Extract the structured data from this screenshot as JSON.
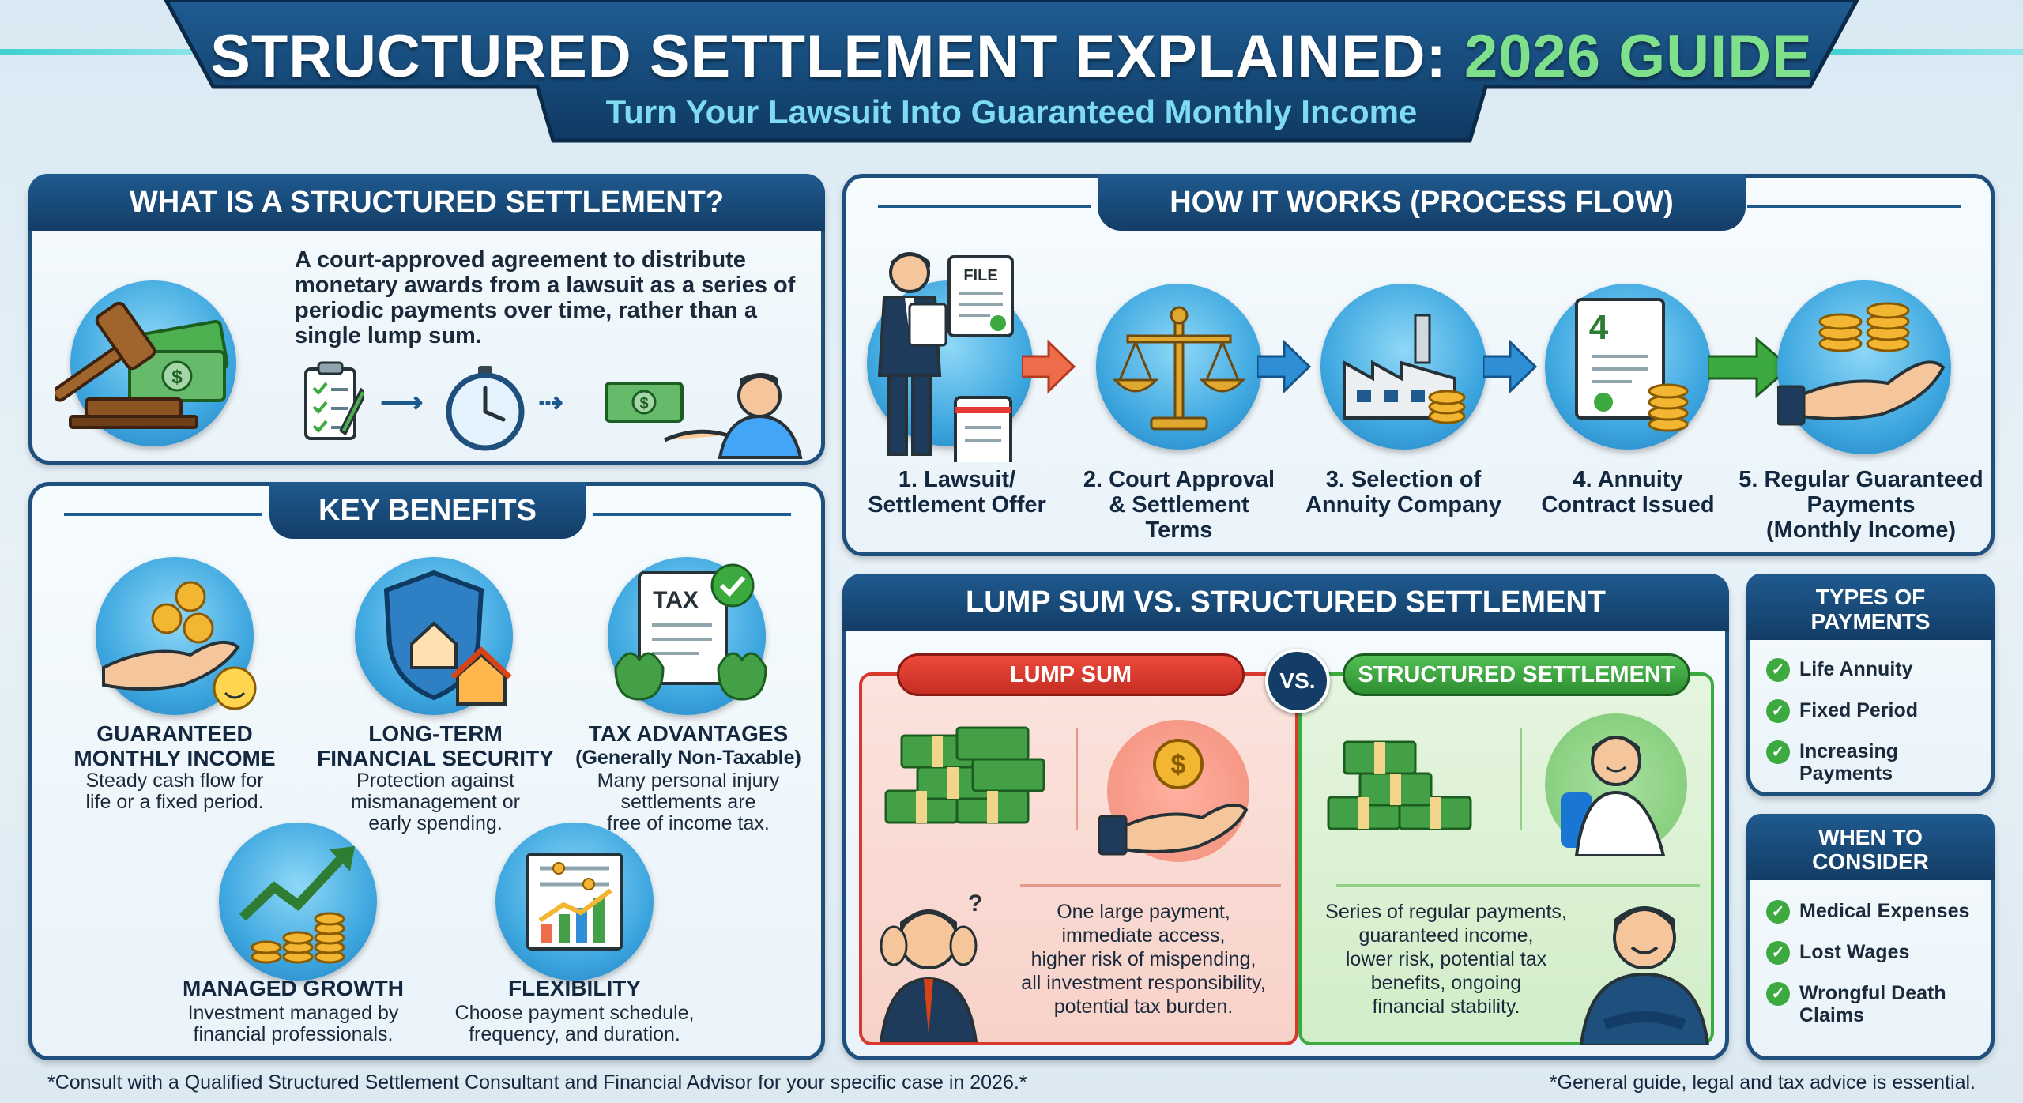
{
  "header": {
    "title_main": "STRUCTURED SETTLEMENT EXPLAINED:",
    "title_year": "2026 GUIDE",
    "subtitle": "Turn Your Lawsuit Into Guaranteed Monthly Income"
  },
  "what_is": {
    "heading": "WHAT IS A STRUCTURED SETTLEMENT?",
    "text": "A court-approved agreement to distribute monetary awards from a lawsuit as a series of periodic payments over time, rather than a single lump sum."
  },
  "how_it_works": {
    "heading": "HOW IT WORKS (PROCESS FLOW)",
    "file_label": "FILE",
    "doc_number": "4",
    "steps": [
      {
        "line1": "1. Lawsuit/",
        "line2": "Settlement Offer",
        "line3": ""
      },
      {
        "line1": "2. Court Approval",
        "line2": "& Settlement Terms",
        "line3": ""
      },
      {
        "line1": "3. Selection of",
        "line2": "Annuity Company",
        "line3": ""
      },
      {
        "line1": "4. Annuity",
        "line2": "Contract Issued",
        "line3": ""
      },
      {
        "line1": "5. Regular Guaranteed",
        "line2": "Payments",
        "line3": "(Monthly Income)"
      }
    ]
  },
  "key_benefits": {
    "heading": "KEY BENEFITS",
    "tax_label": "TAX",
    "items": [
      {
        "title1": "GUARANTEED",
        "title2": "MONTHLY INCOME",
        "desc1": "Steady cash flow for",
        "desc2": "life or a fixed period.",
        "desc3": ""
      },
      {
        "title1": "LONG-TERM",
        "title2": "FINANCIAL SECURITY",
        "desc1": "Protection against",
        "desc2": "mismanagement or",
        "desc3": "early spending."
      },
      {
        "title1": "TAX ADVANTAGES",
        "title2": "(Generally Non-Taxable)",
        "desc1": "Many personal injury",
        "desc2": "settlements are",
        "desc3": "free of income tax."
      },
      {
        "title1": "MANAGED GROWTH",
        "title2": "",
        "desc1": "Investment managed by",
        "desc2": "financial professionals.",
        "desc3": ""
      },
      {
        "title1": "FLEXIBILITY",
        "title2": "",
        "desc1": "Choose payment schedule,",
        "desc2": "frequency, and duration.",
        "desc3": ""
      }
    ]
  },
  "comparison": {
    "heading": "LUMP SUM VS. STRUCTURED SETTLEMENT",
    "vs_label": "VS.",
    "lump_label": "LUMP SUM",
    "structured_label": "STRUCTURED SETTLEMENT",
    "lump_lines": [
      "One large payment,",
      "immediate access,",
      "higher risk of mispending,",
      "all investment responsibility,",
      "potential tax burden."
    ],
    "structured_lines": [
      "Series of regular payments,",
      "guaranteed income,",
      "lower risk, potential tax",
      "benefits, ongoing",
      "financial stability."
    ]
  },
  "types_of_payments": {
    "heading1": "TYPES OF",
    "heading2": "PAYMENTS",
    "items": [
      {
        "line1": "Life Annuity",
        "line2": ""
      },
      {
        "line1": "Fixed Period",
        "line2": ""
      },
      {
        "line1": "Increasing",
        "line2": "Payments"
      }
    ]
  },
  "when_to_consider": {
    "heading1": "WHEN TO",
    "heading2": "CONSIDER",
    "items": [
      {
        "line1": "Medical Expenses",
        "line2": ""
      },
      {
        "line1": "Lost Wages",
        "line2": ""
      },
      {
        "line1": "Wrongful Death",
        "line2": "Claims"
      }
    ]
  },
  "footer": {
    "left": "*Consult with a Qualified Structured Settlement Consultant and Financial Advisor for your specific case in 2026.*",
    "right": "*General guide, legal and tax advice is essential."
  },
  "colors": {
    "navy": "#1f4f7c",
    "title_green": "#7ee08a",
    "subtitle_cyan": "#7fdcf0",
    "lump_red": "#d9382e",
    "structured_green": "#3caa3f",
    "check_green": "#3caa3f"
  }
}
